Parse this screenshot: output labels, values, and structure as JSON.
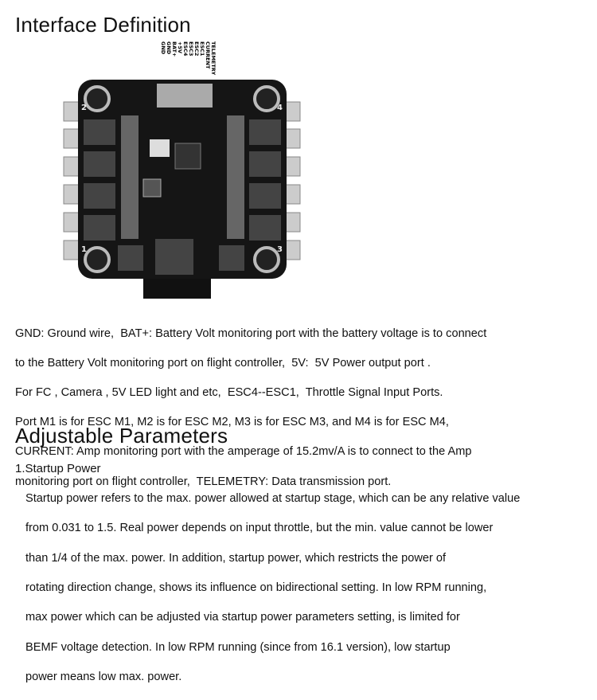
{
  "section1": {
    "title": "Interface Definition",
    "board_labels": [
      "TELEMETRY",
      "CURRENT",
      "ESC1",
      "ESC2",
      "ESC3",
      "ESC4",
      "+5V",
      "BAT+",
      "GND",
      "GND"
    ],
    "corner_numbers": [
      "1",
      "2",
      "3",
      "4"
    ],
    "lines": [
      "GND: Ground wire,  BAT+: Battery Volt monitoring port with the battery voltage is to connect",
      "to the Battery Volt monitoring port on flight controller,  5V:  5V Power output port .",
      "For FC , Camera , 5V LED light and etc,  ESC4--ESC1,  Throttle Signal Input Ports.",
      "Port M1 is for ESC M1, M2 is for ESC M2, M3 is for ESC M3, and M4 is for ESC M4,",
      "CURRENT: Amp monitoring port with the amperage of 15.2mv/A is to connect to the Amp",
      "monitoring port on flight controller,  TELEMETRY: Data transmission port."
    ]
  },
  "section2": {
    "title": "Adjustable Parameters",
    "subtitle": "1.Startup Power",
    "lines": [
      "Startup power refers to the max. power allowed at startup stage, which can be any relative value",
      "from 0.031 to 1.5. Real power depends on input throttle, but the min. value cannot be lower",
      "than 1/4 of the max. power. In addition, startup power, which restricts the power of",
      "rotating direction change, shows its influence on bidirectional setting. In low RPM running,",
      "max power which can be adjusted via startup power parameters setting, is limited for",
      "BEMF voltage detection. In low RPM running (since from 16.1 version), low startup",
      "power means low max. power."
    ]
  }
}
